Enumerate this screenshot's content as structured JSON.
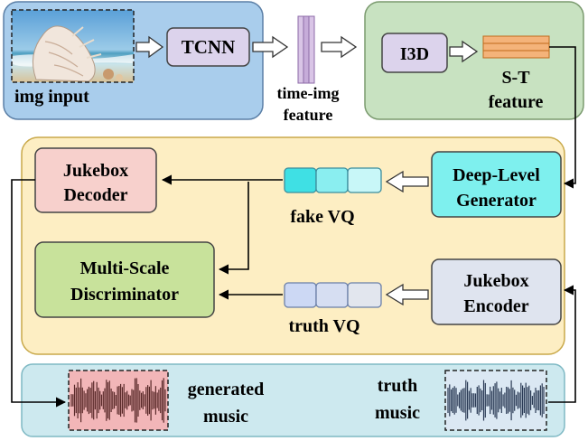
{
  "input_panel": {
    "label": "img input"
  },
  "tcnn": {
    "label": "TCNN"
  },
  "time_img_feature": {
    "line1": "time-img",
    "line2": "feature"
  },
  "i3d": {
    "label": "I3D"
  },
  "st_feature": {
    "line1": "S-T",
    "line2": "feature"
  },
  "jukebox_decoder": {
    "line1": "Jukebox",
    "line2": "Decoder"
  },
  "deep_level_generator": {
    "line1": "Deep-Level",
    "line2": "Generator"
  },
  "fake_vq": {
    "label": "fake VQ"
  },
  "multi_scale_discriminator": {
    "line1": "Multi-Scale",
    "line2": "Discriminator"
  },
  "jukebox_encoder": {
    "line1": "Jukebox",
    "line2": "Encoder"
  },
  "truth_vq": {
    "label": "truth VQ"
  },
  "generated_music": {
    "line1": "generated",
    "line2": "music"
  },
  "truth_music": {
    "line1": "truth",
    "line2": "music"
  },
  "colors": {
    "input_panel": "#a9cdec",
    "i3d_panel": "#c8e2c1",
    "model_panel": "#fdeec3",
    "audio_panel": "#cde9ef",
    "tcnn_box": "#dcd3ec",
    "decoder_box": "#f7d0cc",
    "generator_box": "#7ef0ee",
    "discriminator_box": "#c8e29b",
    "encoder_box": "#dfe4ef",
    "feature_bar": "#f4b37a",
    "fake_vq": "#3fe0e4",
    "truth_vq": "#ccd8f4"
  }
}
